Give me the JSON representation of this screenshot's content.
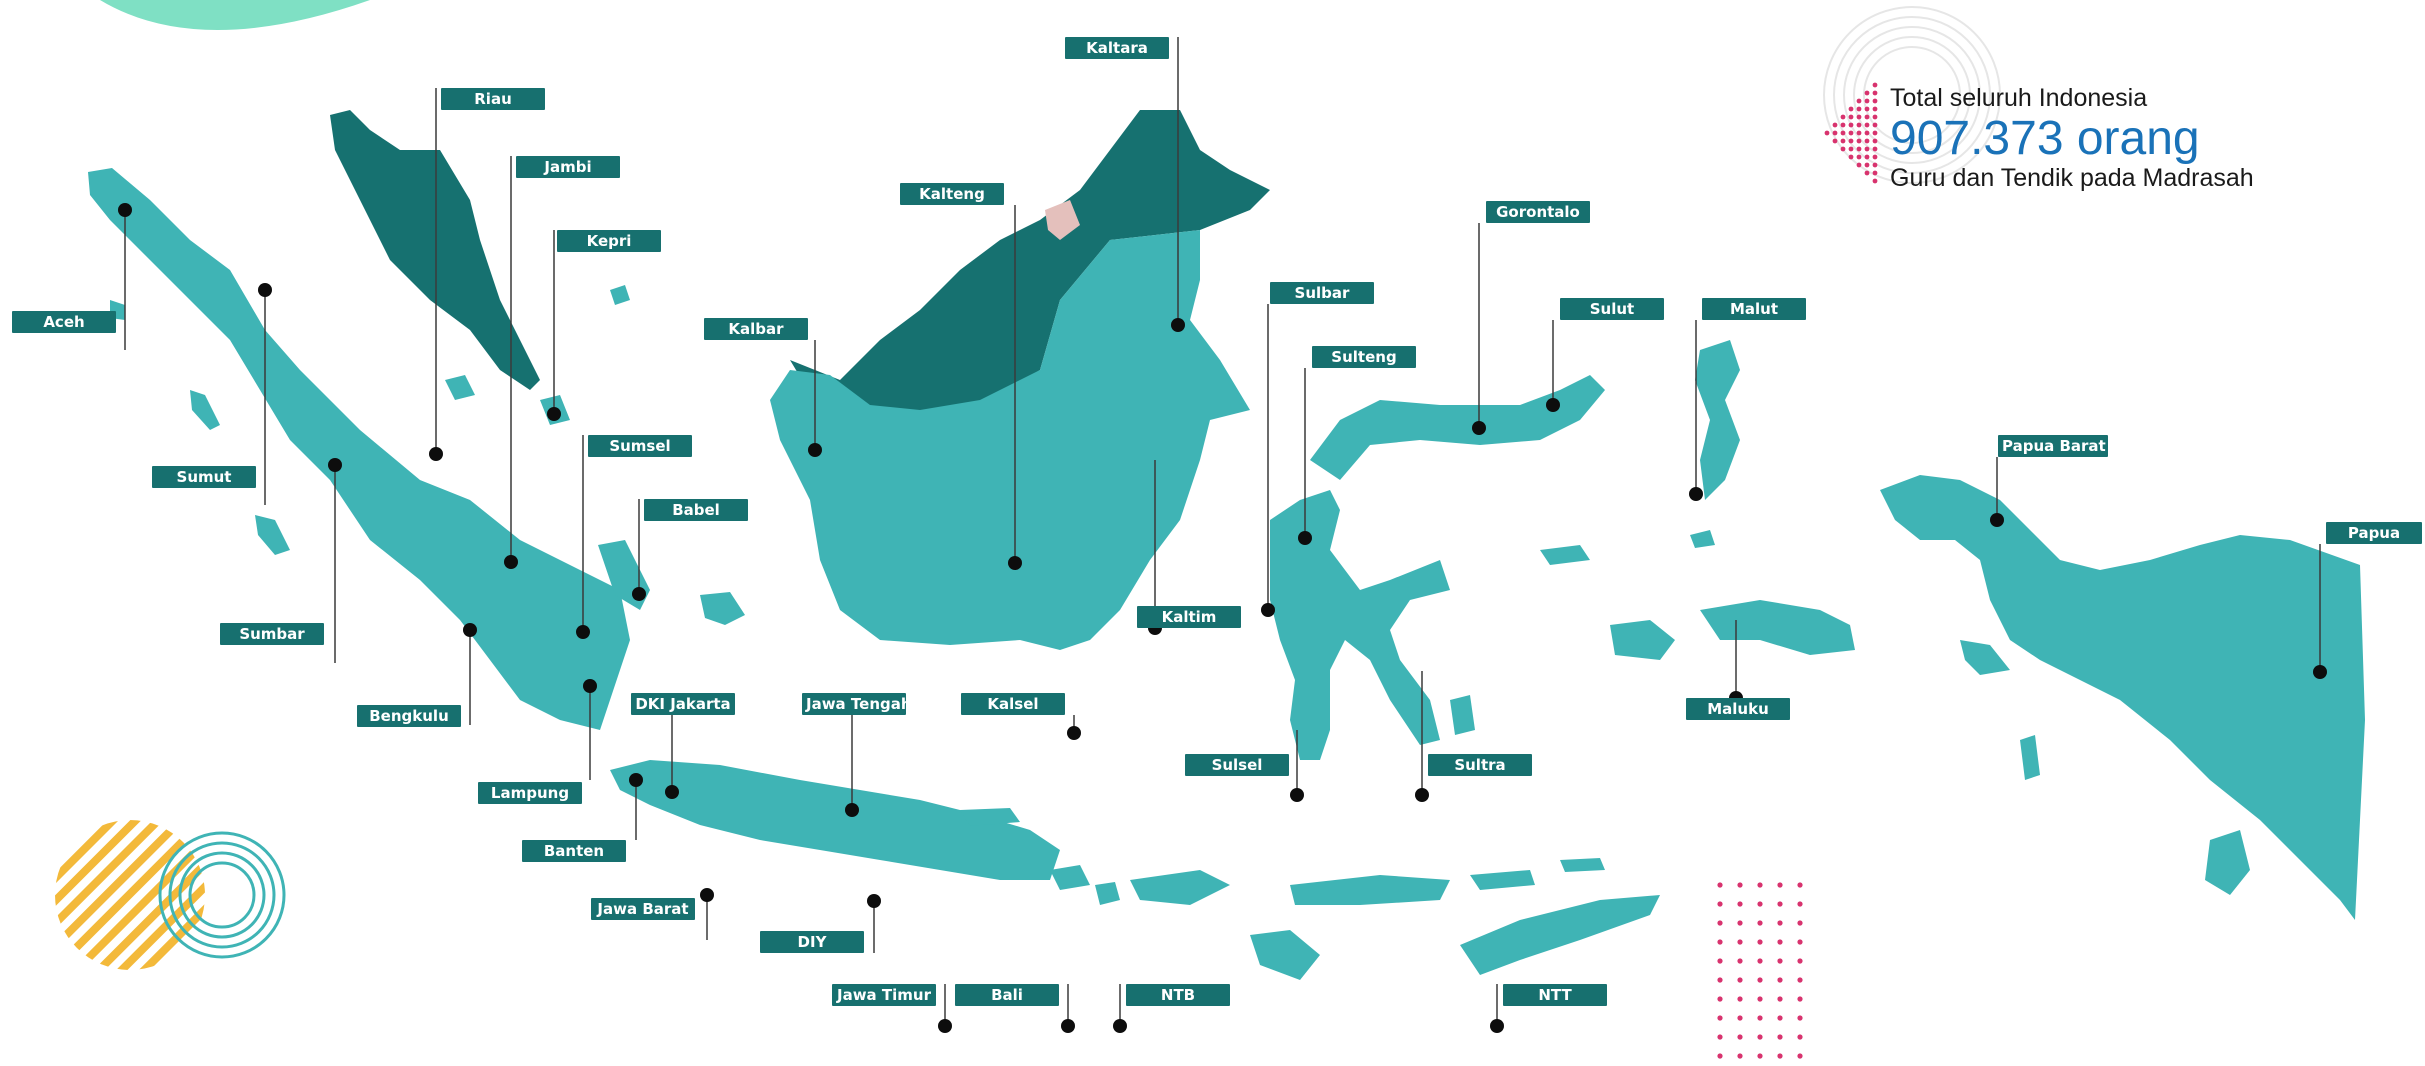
{
  "map": {
    "colors": {
      "land": "#3fb4b5",
      "land_dark": "#167170",
      "foreign": "#e4c0bc",
      "label_bg": "#17706f",
      "label_text": "#ffffff",
      "accent_pink": "#d8336e",
      "accent_orange": "#f3b93a",
      "value_blue": "#1a72b8"
    },
    "provinces": [
      {
        "id": "aceh",
        "name": "Aceh"
      },
      {
        "id": "sumut",
        "name": "Sumut"
      },
      {
        "id": "sumbar",
        "name": "Sumbar"
      },
      {
        "id": "riau",
        "name": "Riau"
      },
      {
        "id": "jambi",
        "name": "Jambi"
      },
      {
        "id": "kepri",
        "name": "Kepri"
      },
      {
        "id": "sumsel",
        "name": "Sumsel"
      },
      {
        "id": "babel",
        "name": "Babel"
      },
      {
        "id": "bengkulu",
        "name": "Bengkulu"
      },
      {
        "id": "lampung",
        "name": "Lampung"
      },
      {
        "id": "banten",
        "name": "Banten"
      },
      {
        "id": "dki-jakarta",
        "name": "DKI Jakarta"
      },
      {
        "id": "jawa-barat",
        "name": "Jawa Barat"
      },
      {
        "id": "jawa-tengah",
        "name": "Jawa Tengah"
      },
      {
        "id": "diy",
        "name": "DIY"
      },
      {
        "id": "jawa-timur",
        "name": "Jawa Timur"
      },
      {
        "id": "bali",
        "name": "Bali"
      },
      {
        "id": "ntb",
        "name": "NTB"
      },
      {
        "id": "ntt",
        "name": "NTT"
      },
      {
        "id": "kalbar",
        "name": "Kalbar"
      },
      {
        "id": "kalteng",
        "name": "Kalteng"
      },
      {
        "id": "kalsel",
        "name": "Kalsel"
      },
      {
        "id": "kaltim",
        "name": "Kaltim"
      },
      {
        "id": "kaltara",
        "name": "Kaltara"
      },
      {
        "id": "sulbar",
        "name": "Sulbar"
      },
      {
        "id": "sulteng",
        "name": "Sulteng"
      },
      {
        "id": "gorontalo",
        "name": "Gorontalo"
      },
      {
        "id": "sulut",
        "name": "Sulut"
      },
      {
        "id": "sulsel",
        "name": "Sulsel"
      },
      {
        "id": "sultra",
        "name": "Sultra"
      },
      {
        "id": "malut",
        "name": "Malut"
      },
      {
        "id": "maluku",
        "name": "Maluku"
      },
      {
        "id": "papua-barat",
        "name": "Papua Barat"
      },
      {
        "id": "papua",
        "name": "Papua"
      }
    ]
  },
  "total": {
    "title": "Total seluruh Indonesia",
    "value": "907.373 orang",
    "subtitle": "Guru dan Tendik pada Madrasah"
  }
}
